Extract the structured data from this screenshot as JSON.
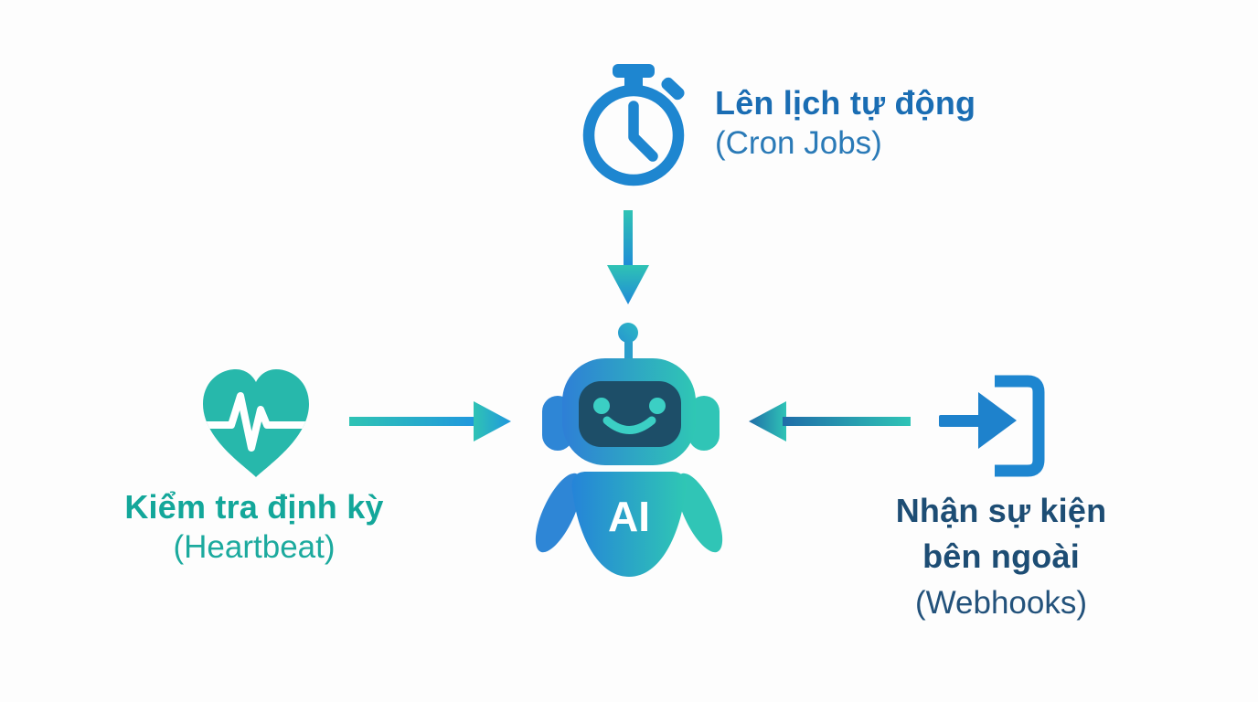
{
  "diagram": {
    "description": "AI agent trigger diagram: three trigger sources feed into a central AI robot",
    "background": "#fdfdfd"
  },
  "center": {
    "icon": "ai-robot-icon",
    "label": "AI"
  },
  "triggers": {
    "cron": {
      "icon": "stopwatch-icon",
      "title": "Lên lịch tự động",
      "subtitle": "(Cron Jobs)",
      "arrow": "arrow-down-into-robot"
    },
    "heartbeat": {
      "icon": "heartbeat-heart-icon",
      "title": "Kiểm tra định kỳ",
      "subtitle": "(Heartbeat)",
      "arrow": "arrow-right-into-robot"
    },
    "webhooks": {
      "icon": "external-input-icon",
      "title_line1": "Nhận sự kiện",
      "title_line2": "bên ngoài",
      "subtitle": "(Webhooks)",
      "arrow": "arrow-left-into-robot"
    }
  },
  "colors": {
    "background": "#fdfdfd",
    "icon_blue": "#1e86d0",
    "title_blue": "#1a6db3",
    "subtitle_blue": "#2a7ab7",
    "heart_teal": "#27b8ab",
    "teal_text": "#13a79a",
    "navy_text": "#1d4d74",
    "robot_blue": "#2e7fd6",
    "robot_teal": "#2fc7b4",
    "robot_face_navy": "#1d4e68",
    "robot_eye_teal": "#3bcfc4",
    "arrow_teal": "#2fc3b4",
    "arrow_blue": "#2097de",
    "arrow_dark_blue": "#1f6da8",
    "ai_label_white": "#ffffff"
  }
}
